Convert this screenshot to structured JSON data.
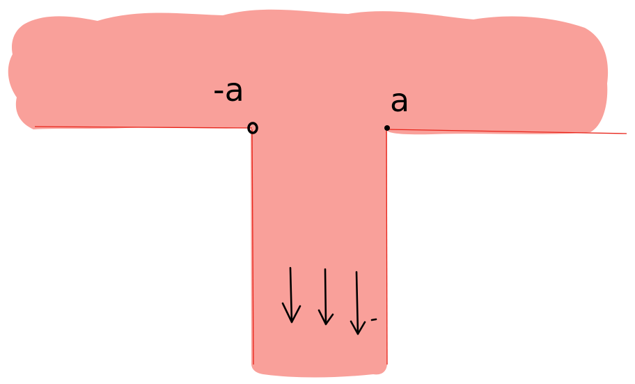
{
  "diagram": {
    "labels": {
      "left_point": "-a",
      "right_point": "a"
    },
    "colors": {
      "fill": "#f9a09a",
      "boundary": "#e8241a",
      "ink": "#000000",
      "background": "#ffffff"
    },
    "arrow_count": 3,
    "arrow_direction": "down"
  }
}
